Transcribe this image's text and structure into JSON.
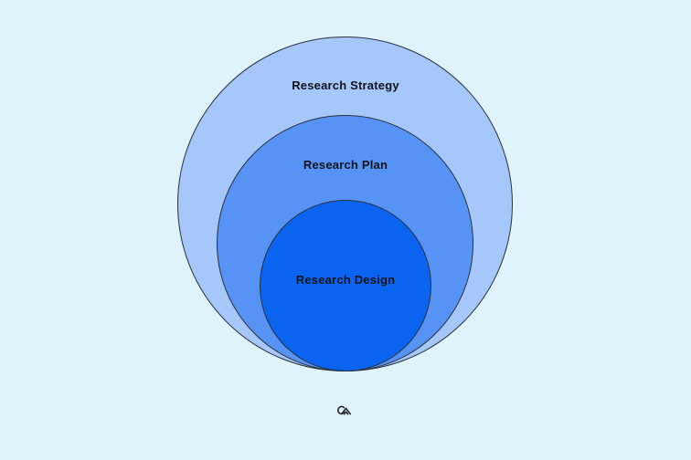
{
  "page": {
    "background_color": "#DFF3FB"
  },
  "diagram": {
    "type": "nested-circles",
    "stroke_color": "#2A313D",
    "label_color": "#10131A",
    "rings": [
      {
        "label": "Research Strategy",
        "color": "#A5C7F9"
      },
      {
        "label": "Research Plan",
        "color": "#5793F5"
      },
      {
        "label": "Research Design",
        "color": "#0A64F0"
      }
    ]
  },
  "footer": {
    "logo": "wave-loop-logo",
    "logo_color": "#26262B"
  }
}
